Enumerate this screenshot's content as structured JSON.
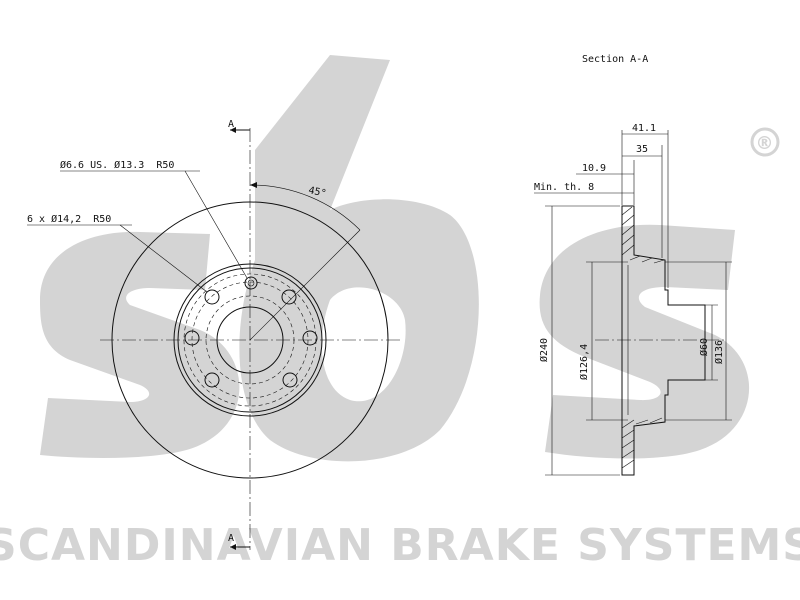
{
  "brand": {
    "logo_text": "sbs",
    "registered_mark": "®",
    "company_name": "SCANDINAVIAN BRAKE SYSTEMS",
    "watermark_color": "#d4d4d4"
  },
  "front_view": {
    "section_mark_top": "A",
    "section_mark_bottom": "A",
    "hole_callout": "Ø6.6 US. Ø13.3  R50",
    "bolt_callout": "6 x Ø14,2  R50",
    "angle_label": "45°"
  },
  "section_view": {
    "title": "Section A-A",
    "dim_overall_height": "41.1",
    "dim_hat_height": "35",
    "dim_thickness": "10.9",
    "min_thickness": "Min. th. 8",
    "dia_outer": "Ø240",
    "dia_hat": "Ø126,4",
    "dia_center": "Ø60",
    "dia_hub": "Ø136"
  },
  "colors": {
    "line": "#111111",
    "background": "#ffffff"
  }
}
